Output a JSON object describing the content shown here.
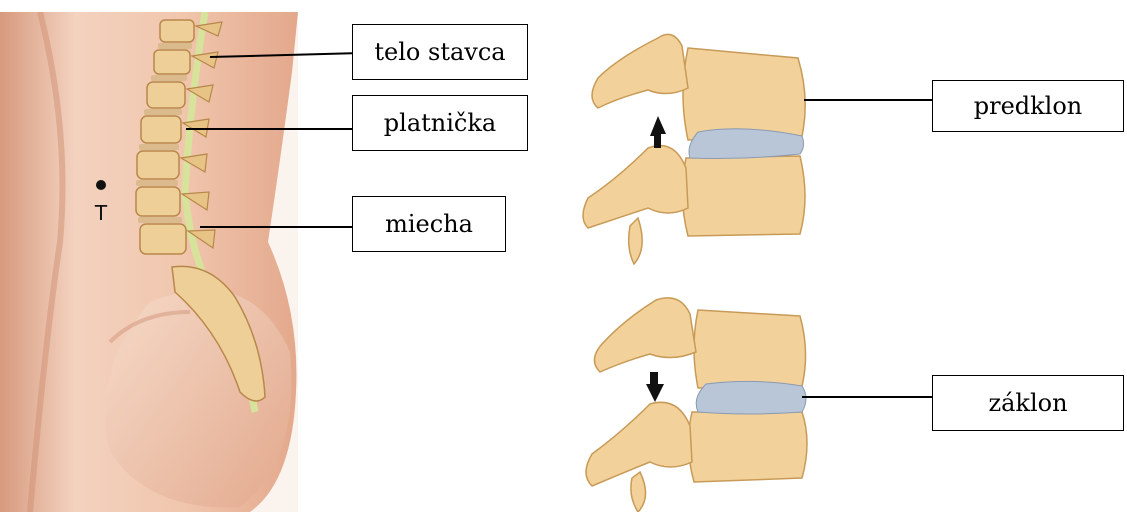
{
  "body_marker": {
    "letter": "T"
  },
  "labels": {
    "vertebral_body": "telo stavca",
    "disc": "platnička",
    "spinal_cord": "miecha",
    "flexion": "predklon",
    "extension": "záklon"
  },
  "colors": {
    "skin_light": "#f6dccb",
    "skin_mid": "#eec0a4",
    "skin_shadow": "#d99b80",
    "bone": "#f2d29a",
    "bone_shadow": "#c89a57",
    "disc": "#b9c6d8",
    "cord": "#d7e39a"
  }
}
